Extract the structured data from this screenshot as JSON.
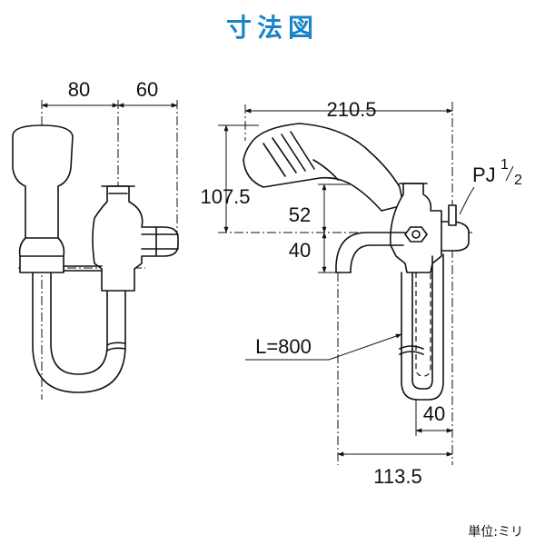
{
  "title": "寸法図",
  "unit_note": "単位:ミリ",
  "dimensions": {
    "left_width_a": "80",
    "left_width_b": "60",
    "total_width": "210.5",
    "hose_height": "107.5",
    "spout_height": "52",
    "lower_height": "40",
    "hose_length": "L=800",
    "trap_width": "40",
    "depth": "113.5"
  },
  "thread": {
    "base": "PJ",
    "numerator": "1",
    "denominator": "2"
  }
}
